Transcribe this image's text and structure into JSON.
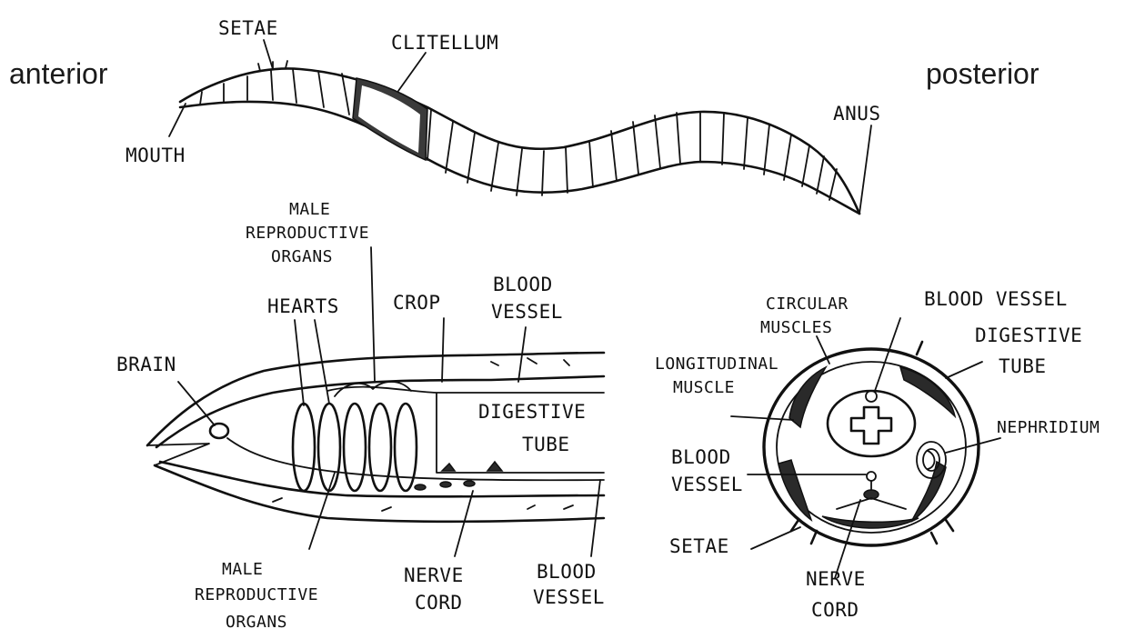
{
  "orientation": {
    "anterior": "anterior",
    "posterior": "posterior"
  },
  "external_view": {
    "labels": {
      "setae": "SETAE",
      "clitellum": "CLITELLUM",
      "mouth": "MOUTH",
      "anus": "ANUS"
    }
  },
  "longitudinal_section": {
    "labels": {
      "male_repro_top_1": "MALE",
      "male_repro_top_2": "REPRODUCTIVE",
      "male_repro_top_3": "ORGANS",
      "hearts": "HEARTS",
      "crop": "CROP",
      "blood_vessel_top_1": "BLOOD",
      "blood_vessel_top_2": "VESSEL",
      "brain": "BRAIN",
      "digestive_tube_1": "DIGESTIVE",
      "digestive_tube_2": "TUBE",
      "male_repro_bottom_1": "MALE",
      "male_repro_bottom_2": "REPRODUCTIVE",
      "male_repro_bottom_3": "ORGANS",
      "nerve_cord_1": "NERVE",
      "nerve_cord_2": "CORD",
      "blood_vessel_bottom_1": "BLOOD",
      "blood_vessel_bottom_2": "VESSEL"
    }
  },
  "cross_section": {
    "labels": {
      "circular_muscles_1": "CIRCULAR",
      "circular_muscles_2": "MUSCLES",
      "blood_vessel_top": "BLOOD VESSEL",
      "digestive_tube_1": "DIGESTIVE",
      "digestive_tube_2": "TUBE",
      "longitudinal_muscle_1": "LONGITUDINAL",
      "longitudinal_muscle_2": "MUSCLE",
      "nephridium": "NEPHRIDIUM",
      "blood_vessel_left_1": "BLOOD",
      "blood_vessel_left_2": "VESSEL",
      "setae": "SETAE",
      "nerve_cord_1": "NERVE",
      "nerve_cord_2": "CORD"
    }
  }
}
